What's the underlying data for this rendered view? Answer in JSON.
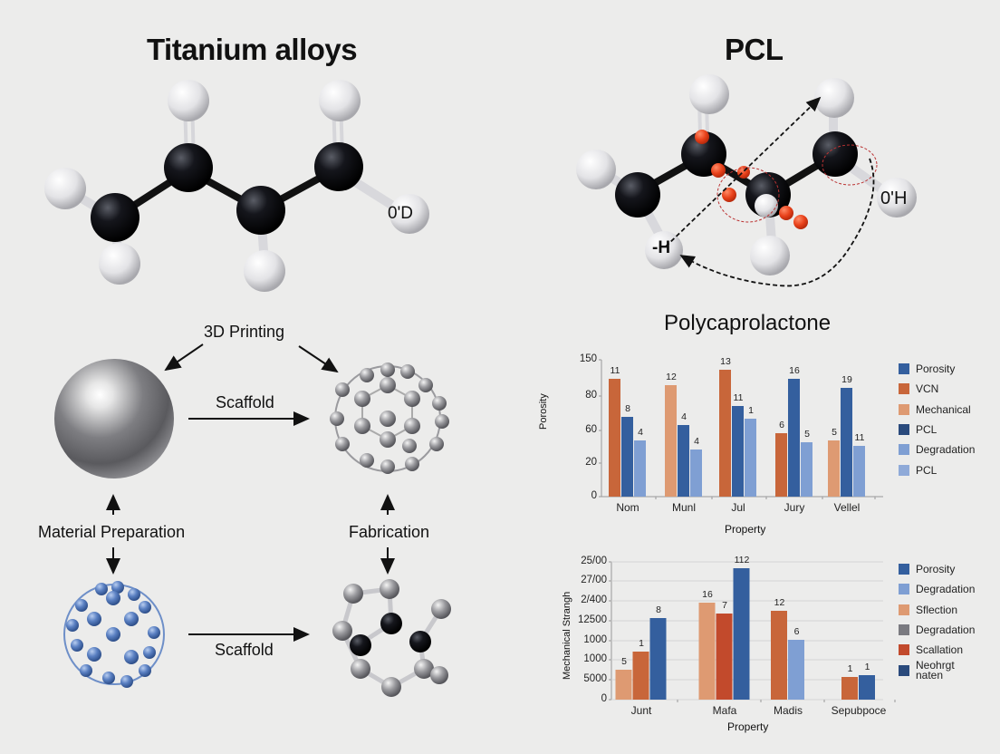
{
  "titles": {
    "left": "Titanium alloys",
    "right": "PCL",
    "chart_heading": "Polycaprolactone"
  },
  "molecule_labels": {
    "titanium_o": "0'D",
    "pcl_oh": "0'H",
    "pcl_h": "-H"
  },
  "flow": {
    "top_label": "3D Printing",
    "scaffold_top": "Scaffold",
    "left_label": "Material Preparation",
    "right_label": "Fabrication",
    "scaffold_bottom": "Scaffold"
  },
  "colors": {
    "background": "#ececeb",
    "orange_dark": "#c8663a",
    "orange_light": "#de9a72",
    "blue_dark": "#345f9e",
    "blue_light": "#7f9fd3",
    "red": "#c24a2c",
    "navy": "#2a4a7c",
    "grey": "#7a7a80"
  },
  "chart_data": [
    {
      "type": "bar",
      "title": "Polycaprolactone",
      "xlabel": "Property",
      "ylabel": "Porosity",
      "y_ticks": [
        "150",
        "80",
        "60",
        "20",
        "0"
      ],
      "categories": [
        "Nom",
        "Munl",
        "Jul",
        "Jury",
        "Vellel"
      ],
      "legend": [
        "Porosity",
        "VCN",
        "Mechanical",
        "PCL",
        "Degradation",
        "PCL"
      ],
      "legend_colors": [
        "#345f9e",
        "#c8663a",
        "#de9a72",
        "#2a4a7c",
        "#7f9fd3",
        "#8faad8"
      ],
      "groups": [
        {
          "category": "Nom",
          "bars": [
            {
              "color": "#c8663a",
              "height": 130,
              "label": "11"
            },
            {
              "color": "#345f9e",
              "height": 88,
              "label": "8"
            },
            {
              "color": "#7f9fd3",
              "height": 62,
              "label": "4"
            }
          ]
        },
        {
          "category": "Munl",
          "bars": [
            {
              "color": "#de9a72",
              "height": 123,
              "label": "12"
            },
            {
              "color": "#345f9e",
              "height": 79,
              "label": "4"
            },
            {
              "color": "#7f9fd3",
              "height": 52,
              "label": "4"
            }
          ]
        },
        {
          "category": "Jul",
          "bars": [
            {
              "color": "#c8663a",
              "height": 140,
              "label": "13"
            },
            {
              "color": "#345f9e",
              "height": 100,
              "label": "11"
            },
            {
              "color": "#7f9fd3",
              "height": 86,
              "label": "1"
            }
          ]
        },
        {
          "category": "Jury",
          "bars": [
            {
              "color": "#c8663a",
              "height": 70,
              "label": "6"
            },
            {
              "color": "#345f9e",
              "height": 130,
              "label": "16"
            },
            {
              "color": "#7f9fd3",
              "height": 60,
              "label": "5"
            }
          ]
        },
        {
          "category": "Vellel",
          "bars": [
            {
              "color": "#de9a72",
              "height": 62,
              "label": "5"
            },
            {
              "color": "#345f9e",
              "height": 120,
              "label": "19"
            },
            {
              "color": "#7f9fd3",
              "height": 56,
              "label": "11"
            }
          ]
        }
      ],
      "ylim": [
        0,
        150
      ],
      "grid": false,
      "legend_position": "right"
    },
    {
      "type": "bar",
      "title": "",
      "xlabel": "Property",
      "ylabel": "Mechanical Strangh",
      "y_ticks": [
        "25/00",
        "27/00",
        "2/400",
        "12500",
        "1000",
        "1000",
        "5000",
        "0"
      ],
      "categories": [
        "Junt",
        "Mafa",
        "Madis",
        "Sepubpoce"
      ],
      "legend": [
        "Porosity",
        "Degradation",
        "Sflection",
        "Degradation",
        "Scallation",
        "Neohrgt naten"
      ],
      "legend_colors": [
        "#345f9e",
        "#7f9fd3",
        "#de9a72",
        "#7a7a80",
        "#c24a2c",
        "#2a4a7c"
      ],
      "groups": [
        {
          "category": "Junt",
          "bars": [
            {
              "color": "#de9a72",
              "height": 33,
              "label": "5"
            },
            {
              "color": "#c8663a",
              "height": 53,
              "label": "1"
            },
            {
              "color": "#345f9e",
              "height": 90,
              "label": "8"
            }
          ]
        },
        {
          "category": "Mafa",
          "bars": [
            {
              "color": "#de9a72",
              "height": 107,
              "label": "16"
            },
            {
              "color": "#c24a2c",
              "height": 95,
              "label": "7"
            },
            {
              "color": "#345f9e",
              "height": 145,
              "label": "112"
            }
          ]
        },
        {
          "category": "Madis",
          "bars": [
            {
              "color": "#c8663a",
              "height": 98,
              "label": "12"
            },
            {
              "color": "#7f9fd3",
              "height": 66,
              "label": "6"
            }
          ]
        },
        {
          "category": "Sepubpoce",
          "bars": [
            {
              "color": "#c8663a",
              "height": 25,
              "label": "1"
            },
            {
              "color": "#345f9e",
              "height": 27,
              "label": "1"
            }
          ]
        }
      ],
      "grid": true,
      "legend_position": "right"
    }
  ]
}
